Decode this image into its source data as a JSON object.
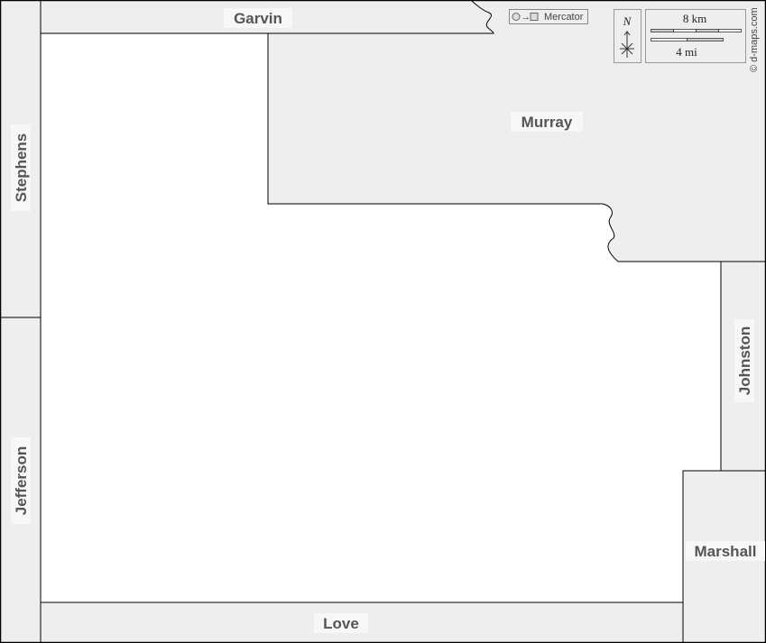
{
  "map": {
    "counties": {
      "garvin": "Garvin",
      "murray": "Murray",
      "stephens": "Stephens",
      "jefferson": "Jefferson",
      "johnston": "Johnston",
      "marshall": "Marshall",
      "love": "Love"
    },
    "projection": "Mercator",
    "north": "N",
    "scale_km": "8 km",
    "scale_mi": "4 mi",
    "credit": "© d-maps.com",
    "colors": {
      "neighbor": "#eeeeee",
      "focus": "#ffffff",
      "border": "#000000",
      "label": "#555555"
    }
  }
}
